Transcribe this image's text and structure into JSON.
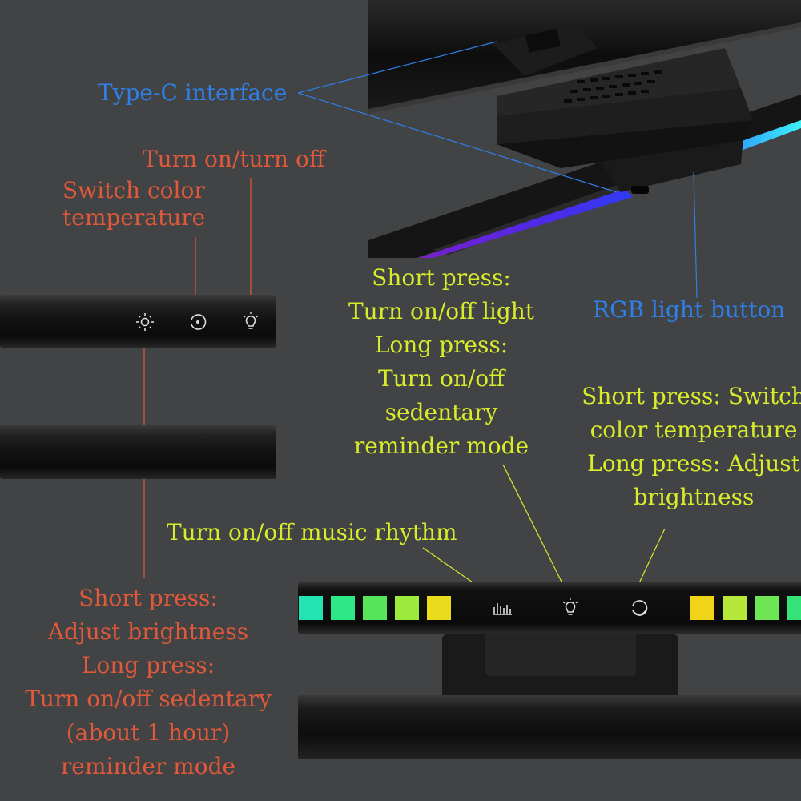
{
  "labels": {
    "type_c": "Type-C interface",
    "rgb_button": "RGB light button",
    "turn_on_off": "Turn on/turn off",
    "switch_color_1": "Switch color",
    "switch_color_2": "temperature",
    "left_desc": [
      "Short press:",
      "Adjust brightness",
      "Long press:",
      "Turn on/off sedentary",
      "(about 1 hour)",
      "reminder mode"
    ],
    "center_desc": [
      "Short press:",
      "Turn on/off light",
      "Long press:",
      "Turn on/off",
      "sedentary",
      "reminder mode"
    ],
    "right_desc": [
      "Short press: Switch",
      "color temperature",
      "Long press: Adjust",
      "brightness"
    ],
    "music": "Turn on/off music rhythm"
  },
  "icons": {
    "top_left_bar": [
      "sun-brightness-icon",
      "color-temperature-icon",
      "bulb-power-icon"
    ],
    "bottom_bar": [
      "music-rhythm-icon",
      "bulb-power-icon",
      "color-temperature-icon"
    ]
  },
  "colors": {
    "background": "#414344",
    "blue_label": "#2f7fe6",
    "red_label": "#e2583a",
    "lime_label": "#d8ec2c",
    "rgb_left": [
      "#23e3b2",
      "#2ee887",
      "#56e55a",
      "#9cea3c",
      "#e8dc1c"
    ],
    "rgb_right": [
      "#f0d418",
      "#b6e83a",
      "#6ee654",
      "#34e478"
    ]
  }
}
